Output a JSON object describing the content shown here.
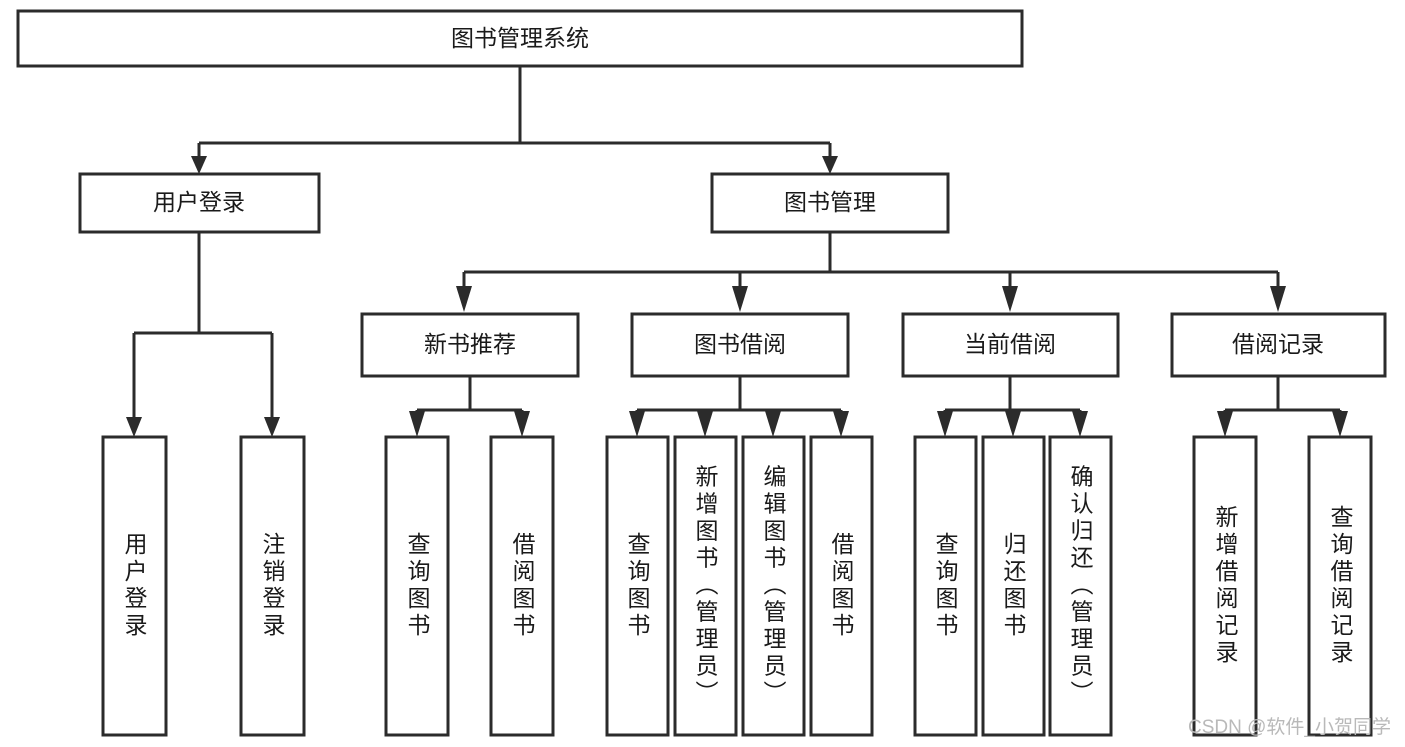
{
  "diagram": {
    "type": "tree-hierarchy",
    "title": "图书管理系统",
    "watermark": "CSDN @软件_小贺同学",
    "colors": {
      "background": "#ffffff",
      "stroke": "#2b2b2b",
      "node_fill": "#ffffff",
      "text": "#1a1a1a",
      "watermark": "#b9b9b9"
    },
    "levels": {
      "root": {
        "label": "图书管理系统"
      },
      "level1": [
        {
          "label": "用户登录"
        },
        {
          "label": "图书管理"
        }
      ],
      "level2": [
        {
          "label": "新书推荐"
        },
        {
          "label": "图书借阅"
        },
        {
          "label": "当前借阅"
        },
        {
          "label": "借阅记录"
        }
      ]
    },
    "nodes": {
      "root": "图书管理系统",
      "user_login": "用户登录",
      "book_manage": "图书管理",
      "new_book_rec": "新书推荐",
      "book_borrow": "图书借阅",
      "current_borrow": "当前借阅",
      "borrow_record": "借阅记录"
    },
    "leaves": {
      "user_login": [
        "用户登录",
        "注销登录"
      ],
      "new_book_rec": [
        "查询图书",
        "借阅图书"
      ],
      "book_borrow": [
        "查询图书",
        "新增图书（管理员）",
        "编辑图书（管理员）",
        "借阅图书"
      ],
      "current_borrow": [
        "查询图书",
        "归还图书",
        "确认归还（管理员）"
      ],
      "borrow_record": [
        "新增借阅记录",
        "查询借阅记录"
      ]
    }
  }
}
